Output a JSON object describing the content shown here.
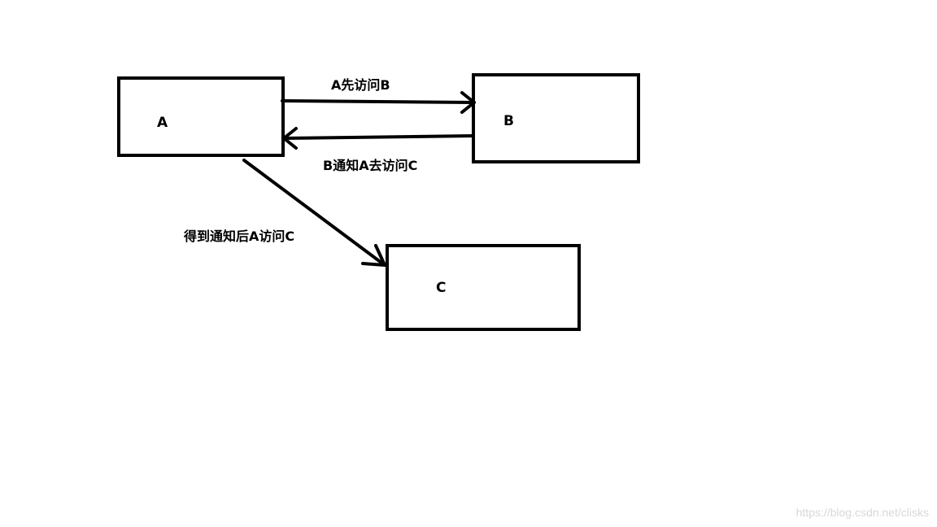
{
  "nodes": {
    "a": {
      "label": "A"
    },
    "b": {
      "label": "B"
    },
    "c": {
      "label": "C"
    }
  },
  "edges": {
    "a_to_b": {
      "label": "A先访问B"
    },
    "b_to_a": {
      "label": "B通知A去访问C"
    },
    "a_to_c": {
      "label": "得到通知后A访问C"
    }
  },
  "watermark": "https://blog.csdn.net/clisks"
}
